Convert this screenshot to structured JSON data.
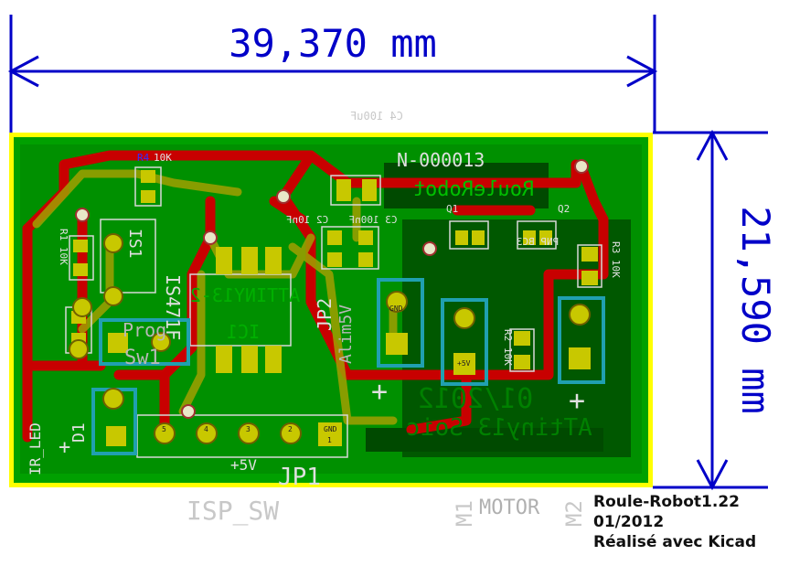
{
  "dimensions": {
    "width_label": "39,370 mm",
    "height_label": "21,590 mm"
  },
  "silkscreen": {
    "net_label": "N-000013",
    "board_name": "RouleRobot",
    "date_mirrored": "01/2012",
    "chip_mirrored": "ATtiny13 Soic",
    "c4_ref": "C4 100uF",
    "r4_ref": "R4",
    "r4_val": "10K",
    "ic_chip": "ATTINY13-2",
    "ic_ref": "IC1",
    "ir_sensor": "IS471F",
    "ir_ref": "IS1",
    "jp2": "JP2",
    "jp2_val": "Alim5V",
    "prog": "Prog",
    "sw1": "Sw1",
    "ir_led": "IR_LED",
    "d1": "D1",
    "plus5v": "+5V",
    "jp1": "JP1",
    "isp_sw": "ISP_SW",
    "m1": "M1",
    "motor": "MOTOR",
    "m2": "M2",
    "c2": "C2 10nF",
    "c3": "C3 100nF",
    "r1": "R1 10K",
    "r3": "R3 10K",
    "r2": "R2 10K",
    "q1": "Q1",
    "q2": "Q2",
    "pnp": "PNP BC3",
    "pad_gnd": "GND",
    "pad_plus": "+5V",
    "pad_plus_sign": "+",
    "pin_5": "5",
    "pin_4": "4",
    "pin_3": "3",
    "pin_2": "2",
    "pin_1": "1",
    "pin_gnd": "GND"
  },
  "notes": {
    "line1": "Roule-Robot1.22",
    "line2": "01/2012",
    "line3": "Réalisé avec Kicad"
  },
  "colors": {
    "board_fill": "#009800",
    "copper_top": "#c80000",
    "copper_bottom": "#008000",
    "silkscreen": "#d8d8d8",
    "edge": "#ffff00",
    "dimension": "#0000c8",
    "pad": "#c8c800",
    "via": "#e8e8b0"
  }
}
